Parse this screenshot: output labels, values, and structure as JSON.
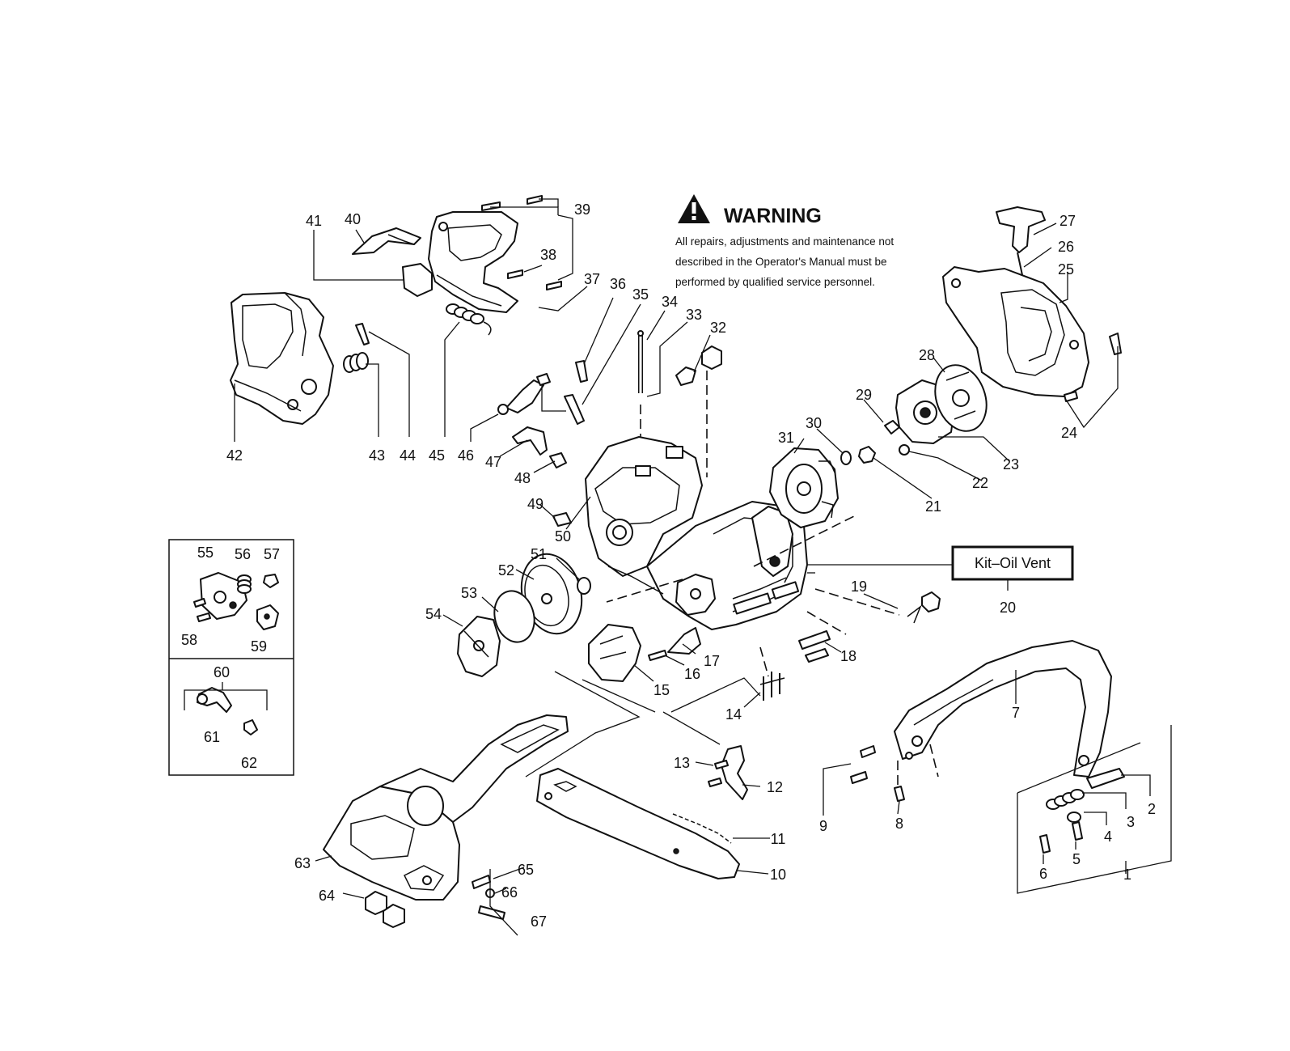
{
  "warning": {
    "title": "WARNING",
    "lines": [
      "All repairs, adjustments and maintenance not",
      "described in the Operator's Manual must be",
      "performed by qualified  service personnel."
    ]
  },
  "kit_label": "Kit–Oil Vent",
  "callouts": {
    "c1": "1",
    "c2": "2",
    "c3": "3",
    "c4": "4",
    "c5": "5",
    "c6": "6",
    "c7": "7",
    "c8": "8",
    "c9": "9",
    "c10": "10",
    "c11": "11",
    "c12": "12",
    "c13": "13",
    "c14": "14",
    "c15": "15",
    "c16": "16",
    "c17": "17",
    "c18": "18",
    "c19": "19",
    "c20": "20",
    "c21": "21",
    "c22": "22",
    "c23": "23",
    "c24": "24",
    "c25": "25",
    "c26": "26",
    "c27": "27",
    "c28": "28",
    "c29": "29",
    "c30": "30",
    "c31": "31",
    "c32": "32",
    "c33": "33",
    "c34": "34",
    "c35": "35",
    "c36": "36",
    "c37": "37",
    "c38": "38",
    "c39": "39",
    "c40": "40",
    "c41": "41",
    "c42": "42",
    "c43": "43",
    "c44": "44",
    "c45": "45",
    "c46": "46",
    "c47": "47",
    "c48": "48",
    "c49": "49",
    "c50": "50",
    "c51": "51",
    "c52": "52",
    "c53": "53",
    "c54": "54",
    "c55": "55",
    "c56": "56",
    "c57": "57",
    "c58": "58",
    "c59": "59",
    "c60": "60",
    "c61": "61",
    "c62": "62",
    "c63": "63",
    "c64": "64",
    "c65": "65",
    "c66": "66",
    "c67": "67"
  }
}
